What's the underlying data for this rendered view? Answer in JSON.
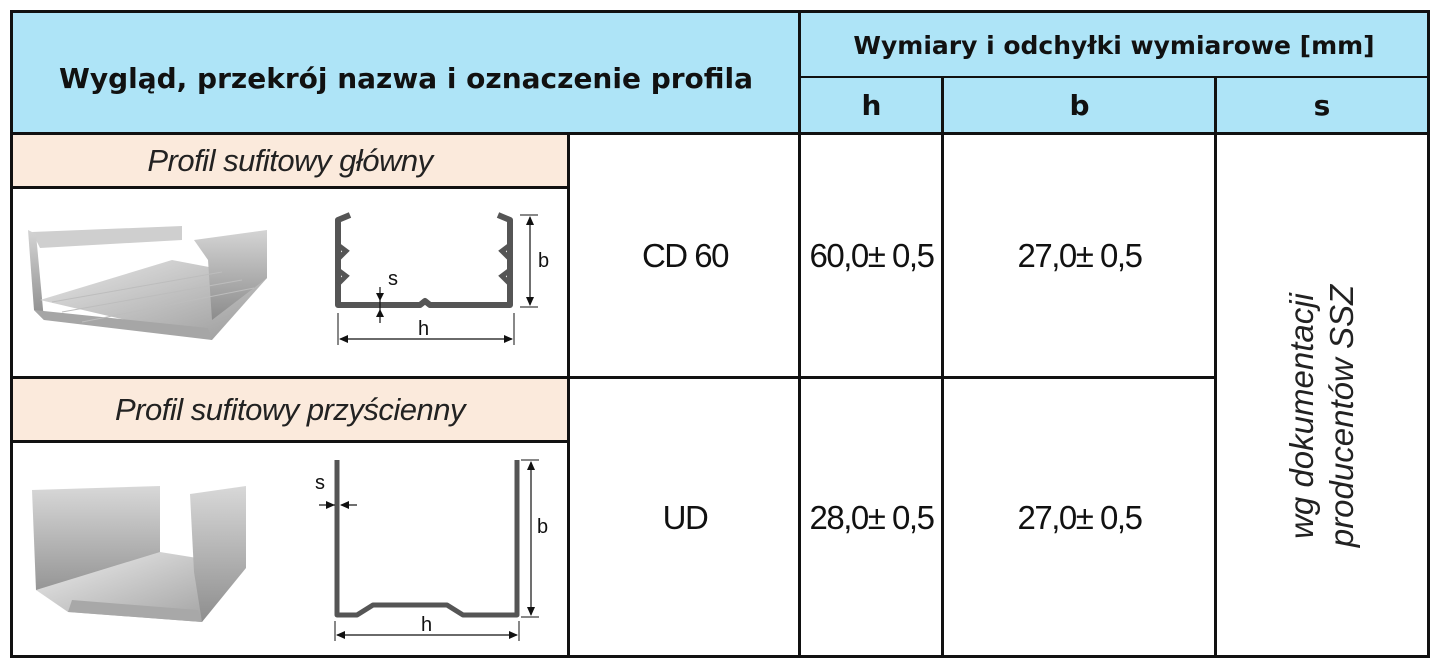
{
  "header": {
    "profile_column": "Wygląd, przekrój nazwa i oznaczenie profila",
    "dimensions_title": "Wymiary i odchyłki wymiarowe [mm]",
    "col_h": "h",
    "col_b": "b",
    "col_s": "s"
  },
  "rows": [
    {
      "title": "Profil sufitowy główny",
      "designation": "CD 60",
      "h": "60,0± 0,5",
      "b": "27,0± 0,5",
      "labels": {
        "s": "s",
        "h": "h",
        "b": "b"
      }
    },
    {
      "title": "Profil sufitowy przyścienny",
      "designation": "UD",
      "h": "28,0± 0,5",
      "b": "27,0± 0,5",
      "labels": {
        "s": "s",
        "h": "h",
        "b": "b"
      }
    }
  ],
  "s_note": {
    "line1": "wg dokumentacji",
    "line2": "producentów SSZ"
  },
  "colors": {
    "header_bg": "#aee4f7",
    "title_bg": "#fbeadc",
    "border": "#111111"
  }
}
